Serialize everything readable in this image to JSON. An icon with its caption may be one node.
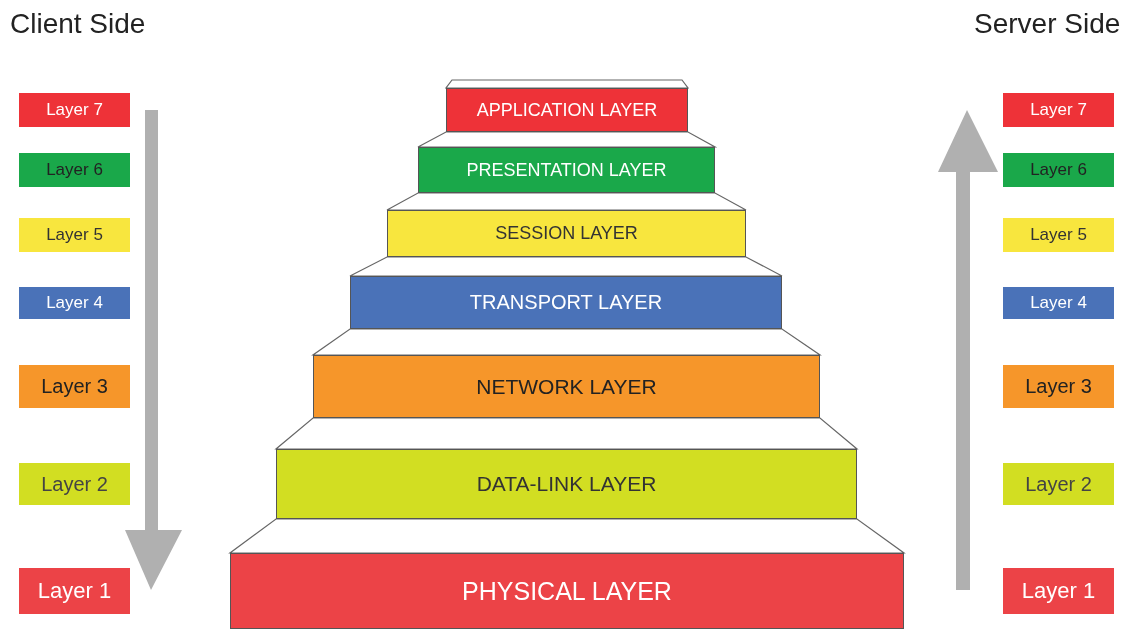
{
  "diagram": {
    "nodes": [
      {
        "text": [
          "Layer 7"
        ]
      },
      {
        "text": [
          "Layer 6"
        ]
      },
      {
        "text": [
          "Layer 5"
        ]
      },
      {
        "text": [
          "Layer 4"
        ]
      },
      {
        "text": [
          "Layer 3"
        ]
      },
      {
        "text": [
          "Layer 2"
        ]
      },
      {
        "text": [
          "Layer 1"
        ]
      },
      {
        "text": [
          "APPLICATION LAYER"
        ]
      },
      {
        "text": [
          "PRESENTATION LAYER"
        ]
      },
      {
        "text": [
          "SESSION LAYER"
        ]
      },
      {
        "text": [
          "TRANSPORT LAYER"
        ]
      },
      {
        "text": [
          "NETWORK LAYER"
        ]
      },
      {
        "text": [
          "DATA-LINK LAYER"
        ]
      },
      {
        "text": [
          "PHYSICAL LAYER"
        ]
      },
      {
        "text": [
          "Layer 7"
        ]
      },
      {
        "text": [
          "Layer 6"
        ]
      },
      {
        "text": [
          "Layer 5"
        ]
      },
      {
        "text": [
          "Layer 4"
        ]
      },
      {
        "text": [
          "Layer 3"
        ]
      },
      {
        "text": [
          "Layer 2"
        ]
      },
      {
        "text": [
          "Layer 1"
        ]
      }
    ],
    "edges": [],
    "labels": [
      "Client Side",
      "Server Side"
    ]
  }
}
